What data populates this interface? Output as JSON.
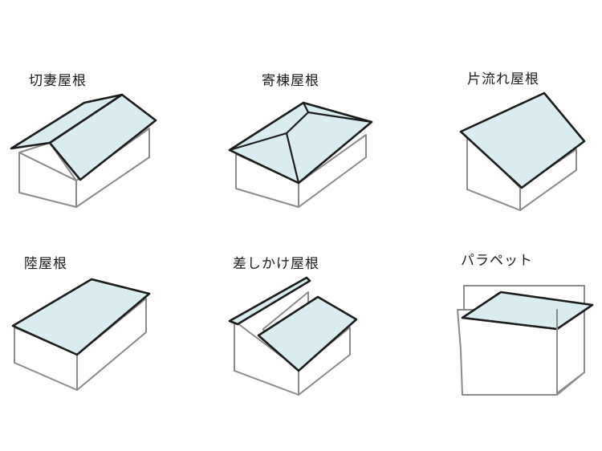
{
  "roofs": [
    {
      "label": "切妻屋根"
    },
    {
      "label": "寄棟屋根"
    },
    {
      "label": "片流れ屋根"
    },
    {
      "label": "陸屋根"
    },
    {
      "label": "差しかけ屋根"
    },
    {
      "label": "パラペット"
    }
  ],
  "colors": {
    "roof_fill": "#d9ecef",
    "roof_outline": "#1c1c1c",
    "wall_outline": "#8a8a8a",
    "background": "#ffffff"
  }
}
